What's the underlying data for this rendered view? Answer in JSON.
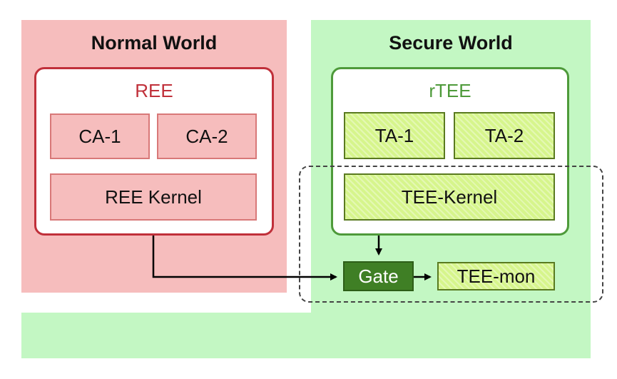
{
  "normal_world": {
    "title": "Normal World",
    "env": {
      "title": "REE",
      "apps": [
        "CA-1",
        "CA-2"
      ],
      "kernel": "REE Kernel"
    }
  },
  "secure_world": {
    "title": "Secure World",
    "env": {
      "title": "rTEE",
      "apps": [
        "TA-1",
        "TA-2"
      ],
      "kernel": "TEE-Kernel"
    },
    "gate": "Gate",
    "monitor": "TEE-mon"
  },
  "colors": {
    "normal_panel": "#f6bdbd",
    "secure_panel": "#c3f7c3",
    "ree_border": "#c0303a",
    "rtee_border": "#4e9a3a",
    "gate_fill": "#3f7f25",
    "trusted_box_fill": "#d6f58c"
  }
}
